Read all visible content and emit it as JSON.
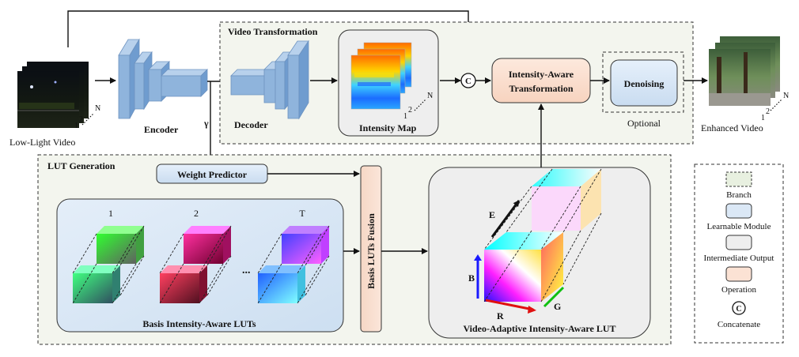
{
  "inputs": {
    "low_light_label": "Low-Light Video",
    "enhanced_label": "Enhanced Video",
    "frame_1": "1",
    "frame_2": "2",
    "frame_n": "N"
  },
  "encoder": {
    "label": "Encoder"
  },
  "decoder": {
    "label": "Decoder"
  },
  "gamma": "γ",
  "video_transformation": {
    "title": "Video Transformation",
    "intensity_map_label": "Intensity Map",
    "concat_symbol": "C",
    "operation_line1": "Intensity-Aware",
    "operation_line2": "Transformation",
    "denoising_label": "Denoising",
    "optional_label": "Optional"
  },
  "lut_generation": {
    "title": "LUT Generation",
    "weight_predictor": "Weight Predictor",
    "fusion_label": "Basis LUTs Fusion",
    "basis_label": "Basis Intensity-Aware LUTs",
    "basis_indices": [
      "1",
      "2",
      "T"
    ],
    "ellipsis": "...",
    "adaptive_label": "Video-Adaptive Intensity-Aware LUT",
    "axis_e": "E",
    "axis_b": "B",
    "axis_r": "R",
    "axis_g": "G"
  },
  "legend": {
    "items": [
      {
        "label": "Branch",
        "fill": "#e8f0e0",
        "dashed": true
      },
      {
        "label": "Learnable Module",
        "fill": "#dbe8f6",
        "dashed": false
      },
      {
        "label": "Intermediate Output",
        "fill": "#eeeeee",
        "dashed": false
      },
      {
        "label": "Operation",
        "fill": "#fbe2d4",
        "dashed": false
      }
    ],
    "concat_symbol": "C",
    "concat_label": "Concatenate"
  },
  "colors": {
    "branch_bg": "#f3f5ee",
    "learnable": "#dbe8f6",
    "intermediate": "#eeeeee",
    "operation": "#fbe2d4",
    "cnn_blue": "#8fb4dc",
    "axis_blue": "#1a1aff",
    "axis_red": "#e01010",
    "axis_green": "#10c010"
  }
}
